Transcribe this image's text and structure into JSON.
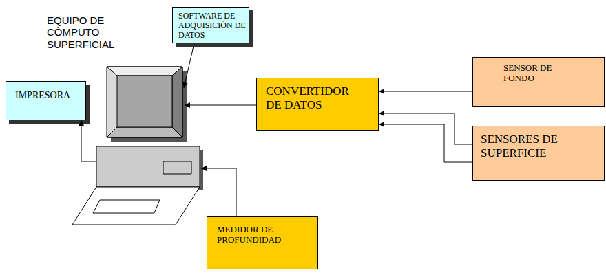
{
  "diagram": {
    "nodes": [
      {
        "text": [
          "EQUIPO DE CÓMPUTO SUPERFICIAL"
        ]
      },
      {
        "text": [
          "SOFTWARE DE ADQUISICIÓN DE DATOS"
        ]
      },
      {
        "text": [
          "IMPRESORA"
        ]
      },
      {
        "text": [
          "CONVERTIDOR DE DATOS"
        ]
      },
      {
        "text": [
          "SENSOR DE FONDO"
        ]
      },
      {
        "text": [
          "SENSORES DE SUPERFICIE"
        ]
      },
      {
        "text": [
          "MEDIDOR DE PROFUNDIDAD"
        ]
      }
    ],
    "edges": [
      {
        "from": 1,
        "to": 0,
        "arrow": "to"
      },
      {
        "from": 0,
        "to": 2,
        "arrow": "to"
      },
      {
        "from": 3,
        "to": 0,
        "arrow": "to"
      },
      {
        "from": 4,
        "to": 3,
        "arrow": "to"
      },
      {
        "from": 5,
        "to": 3,
        "arrow": "to"
      },
      {
        "from": 5,
        "to": 3,
        "arrow": "to"
      },
      {
        "from": 6,
        "to": 0,
        "arrow": "to"
      }
    ]
  }
}
